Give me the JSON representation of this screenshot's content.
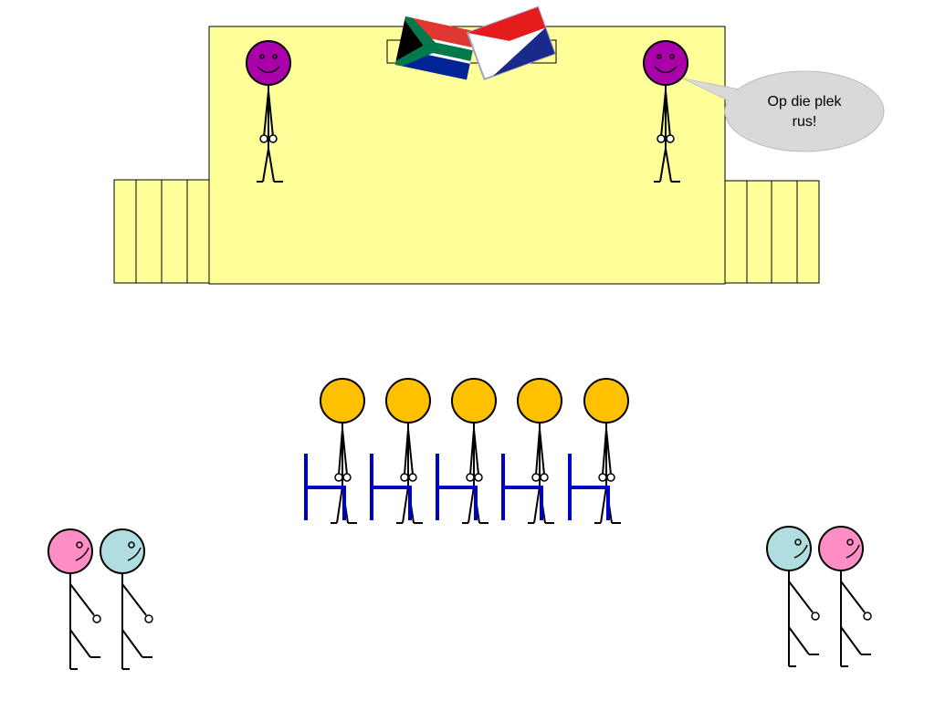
{
  "speech_bubble": {
    "line1": "Op die plek",
    "line2": "rus!"
  },
  "colors": {
    "stage": "#ffff99",
    "outline": "#000000",
    "speaker_head": "#aa00aa",
    "audience_head": "#ffc000",
    "chair": "#0000cc",
    "pink_head": "#ff8ec6",
    "blue_head": "#b0dde0",
    "bubble": "#d9d9d9"
  },
  "flags": [
    "south-africa-flag",
    "old-south-africa-flag"
  ]
}
